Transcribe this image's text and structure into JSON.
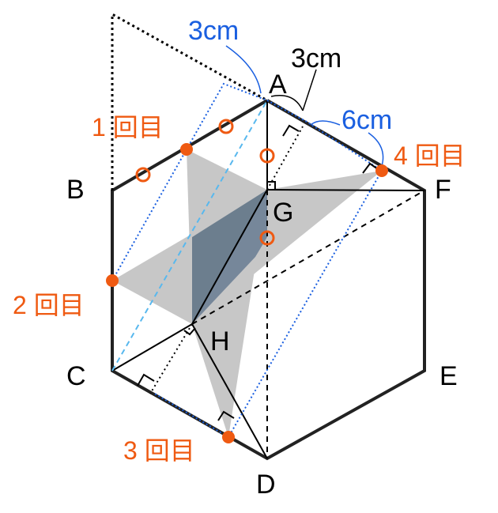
{
  "vertices": {
    "A": "A",
    "B": "B",
    "C": "C",
    "D": "D",
    "E": "E",
    "F": "F",
    "G": "G",
    "H": "H"
  },
  "measures": {
    "top_blue": "3cm",
    "top_black": "3cm",
    "right_blue": "6cm"
  },
  "steps": {
    "s1": "1 回目",
    "s2": "2 回目",
    "s3": "3 回目",
    "s4": "4 回目"
  },
  "colors": {
    "orange": "#ef5a12",
    "blue": "#1a5fe0",
    "light_blue": "#58b8ee",
    "shade_light": "#c7c7c7",
    "shade_dark": "#6c7e8e"
  }
}
